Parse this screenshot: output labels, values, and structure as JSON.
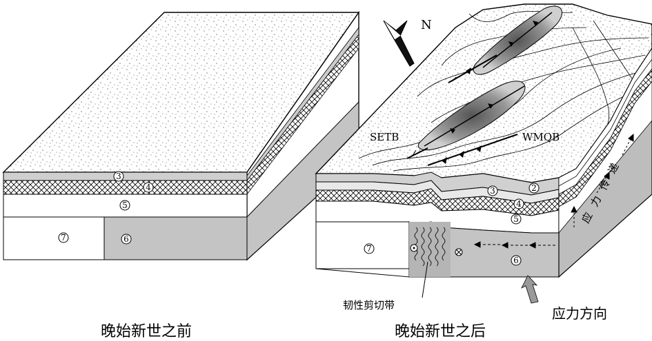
{
  "captions": {
    "before": "晚始新世之前",
    "after": "晚始新世之后"
  },
  "labels": {
    "north": "N",
    "setb": "SETB",
    "wmqb": "WMQB",
    "shear_zone": "韧性剪切带",
    "stress_direction": "应力方向",
    "stress_transfer": "应力传递"
  },
  "layer_numbers": {
    "n2": "2",
    "n3": "3",
    "n4": "4",
    "n5": "5",
    "n6": "6",
    "n7": "7"
  },
  "colors": {
    "gray_layer": "#c9c9c9",
    "side_gray": "#b8b8b8",
    "dark_fold": "#7a7a7a",
    "line": "#000000"
  }
}
